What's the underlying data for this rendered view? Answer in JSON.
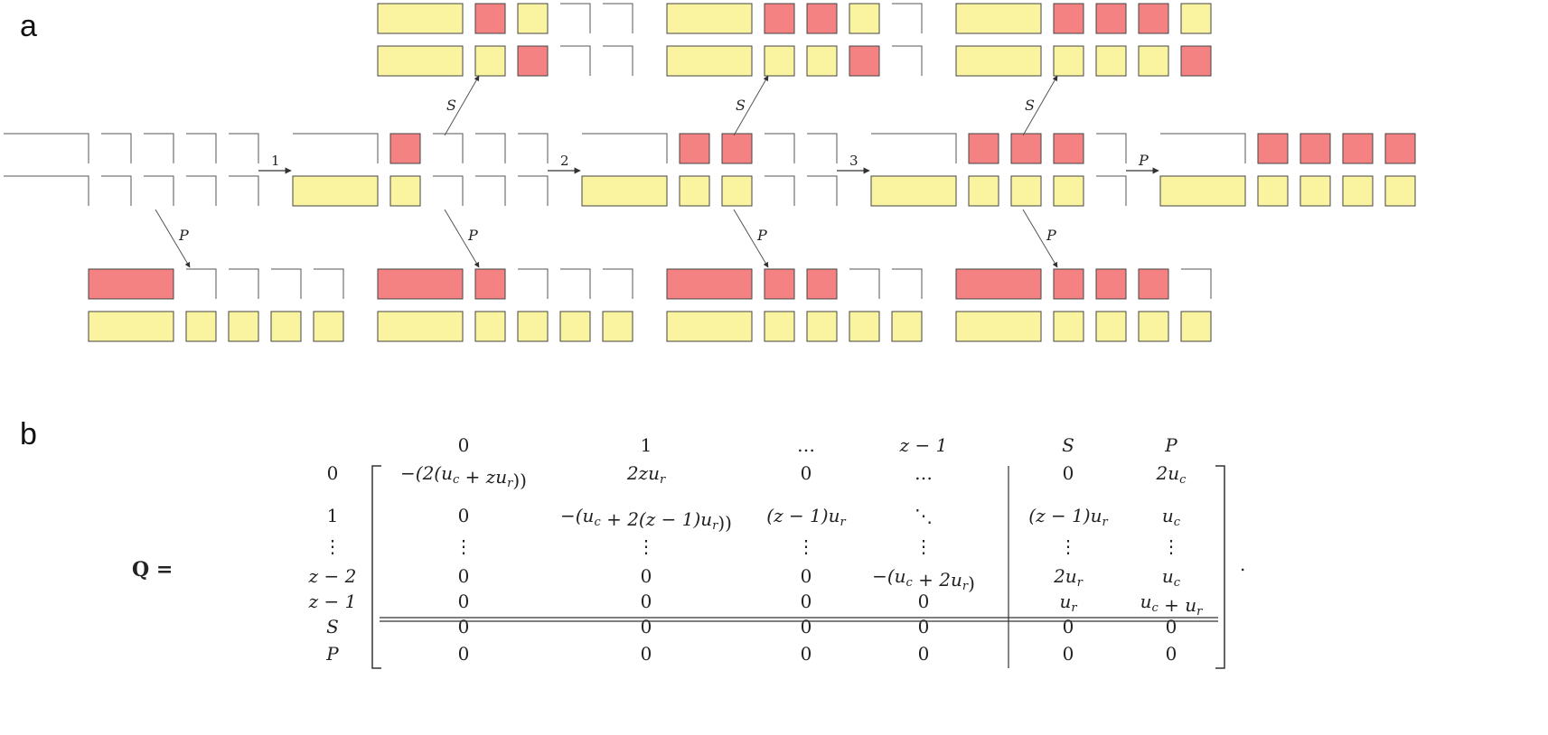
{
  "panels": {
    "a": "a",
    "b": "b"
  },
  "colors": {
    "red": "#f58282",
    "yellow": "#faf3a0",
    "empty": "#ffffff",
    "stroke": "#444444"
  },
  "states": {
    "middle": [
      {
        "top": [
          "empty",
          "empty",
          "empty",
          "empty",
          "empty"
        ],
        "bottom": [
          "empty",
          "empty",
          "empty",
          "empty",
          "empty"
        ]
      },
      {
        "top": [
          "empty",
          "red",
          "empty",
          "empty",
          "empty"
        ],
        "bottom": [
          "yellow",
          "yellow",
          "empty",
          "empty",
          "empty"
        ]
      },
      {
        "top": [
          "empty",
          "red",
          "red",
          "empty",
          "empty"
        ],
        "bottom": [
          "yellow",
          "yellow",
          "yellow",
          "empty",
          "empty"
        ]
      },
      {
        "top": [
          "empty",
          "red",
          "red",
          "red",
          "empty"
        ],
        "bottom": [
          "yellow",
          "yellow",
          "yellow",
          "yellow",
          "empty"
        ]
      },
      {
        "top": [
          "empty",
          "red",
          "red",
          "red",
          "red"
        ],
        "bottom": [
          "yellow",
          "yellow",
          "yellow",
          "yellow",
          "yellow"
        ]
      }
    ],
    "s_states": [
      {
        "top": [
          "yellow",
          "red",
          "yellow",
          "empty",
          "empty"
        ],
        "bottom": [
          "yellow",
          "yellow",
          "red",
          "empty",
          "empty"
        ]
      },
      {
        "top": [
          "yellow",
          "red",
          "red",
          "yellow",
          "empty"
        ],
        "bottom": [
          "yellow",
          "yellow",
          "yellow",
          "red",
          "empty"
        ]
      },
      {
        "top": [
          "yellow",
          "red",
          "red",
          "red",
          "yellow"
        ],
        "bottom": [
          "yellow",
          "yellow",
          "yellow",
          "yellow",
          "red"
        ]
      }
    ],
    "p_states": [
      {
        "top": [
          "red",
          "empty",
          "empty",
          "empty",
          "empty"
        ],
        "bottom": [
          "yellow",
          "yellow",
          "yellow",
          "yellow",
          "yellow"
        ]
      },
      {
        "top": [
          "red",
          "red",
          "empty",
          "empty",
          "empty"
        ],
        "bottom": [
          "yellow",
          "yellow",
          "yellow",
          "yellow",
          "yellow"
        ]
      },
      {
        "top": [
          "red",
          "red",
          "red",
          "empty",
          "empty"
        ],
        "bottom": [
          "yellow",
          "yellow",
          "yellow",
          "yellow",
          "yellow"
        ]
      },
      {
        "top": [
          "red",
          "red",
          "red",
          "red",
          "empty"
        ],
        "bottom": [
          "yellow",
          "yellow",
          "yellow",
          "yellow",
          "yellow"
        ]
      }
    ]
  },
  "transitions": {
    "steps": [
      "1",
      "2",
      "3",
      "P"
    ],
    "up_label": "S",
    "down_label": "P"
  },
  "matrix": {
    "lhs": "Q =",
    "col_headers": [
      "0",
      "1",
      "…",
      "z − 1",
      "S",
      "P"
    ],
    "row_headers": [
      "0",
      "1",
      "⋮",
      "z − 2",
      "z − 1",
      "S",
      "P"
    ],
    "rows": [
      [
        "−(2(u_c + zu_r))",
        "2zu_r",
        "0",
        "…",
        "0",
        "2u_c"
      ],
      [
        "0",
        "−(u_c + 2(z − 1)u_r))",
        "(z − 1)u_r",
        "⋱",
        "(z − 1)u_r",
        "u_c"
      ],
      [
        "⋮",
        "⋮",
        "⋮",
        "⋮",
        "⋮",
        "⋮"
      ],
      [
        "0",
        "0",
        "0",
        "−(u_c + 2u_r)",
        "2u_r",
        "u_c"
      ],
      [
        "0",
        "0",
        "0",
        "0",
        "u_r",
        "u_c + u_r"
      ],
      [
        "0",
        "0",
        "0",
        "0",
        "0",
        "0"
      ],
      [
        "0",
        "0",
        "0",
        "0",
        "0",
        "0"
      ]
    ],
    "trailing": "."
  }
}
